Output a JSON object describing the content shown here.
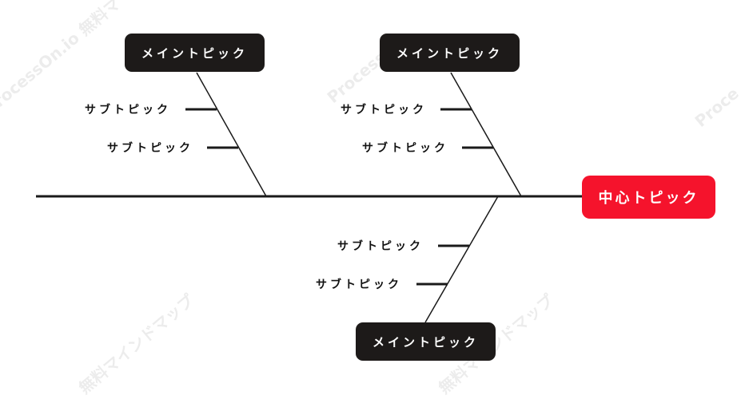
{
  "diagram": {
    "center_topic": "中心トピック",
    "main_topics": [
      {
        "label": "メイントピック",
        "subtopics": [
          "サブトピック",
          "サブトピック"
        ]
      },
      {
        "label": "メイントピック",
        "subtopics": [
          "サブトピック",
          "サブトピック"
        ]
      },
      {
        "label": "メイントピック",
        "subtopics": [
          "サブトピック",
          "サブトピック"
        ]
      }
    ]
  },
  "watermarks": [
    "ProcessOn.io 無料マ",
    "ProcessOn",
    "Proce",
    "無料マインドマップ",
    "無料マインドマップ"
  ],
  "colors": {
    "spine": "#1a1a1a",
    "main_topic_bg": "#1d1a19",
    "center_topic_bg": "#f5132c",
    "text_light": "#ffffff",
    "text_dark": "#111111"
  }
}
